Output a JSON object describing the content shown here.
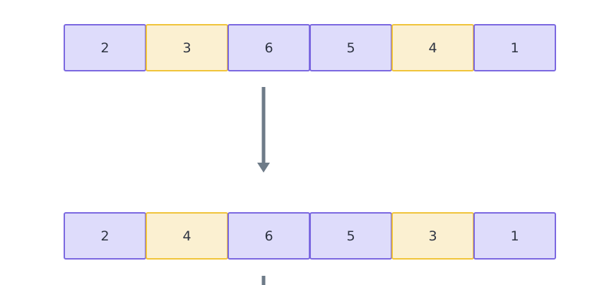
{
  "before_row": {
    "cells": [
      {
        "value": "2",
        "swapped": false
      },
      {
        "value": "3",
        "swapped": true
      },
      {
        "value": "6",
        "swapped": false
      },
      {
        "value": "5",
        "swapped": false
      },
      {
        "value": "4",
        "swapped": true
      },
      {
        "value": "1",
        "swapped": false
      }
    ]
  },
  "after_row": {
    "cells": [
      {
        "value": "2",
        "swapped": false
      },
      {
        "value": "4",
        "swapped": true
      },
      {
        "value": "6",
        "swapped": false
      },
      {
        "value": "5",
        "swapped": false
      },
      {
        "value": "3",
        "swapped": true
      },
      {
        "value": "1",
        "swapped": false
      }
    ]
  },
  "colors": {
    "cell_fill": "#dedcfb",
    "cell_border": "#7b68e0",
    "swap_fill": "#fbf0d1",
    "swap_border": "#f0c43a",
    "arrow": "#6e7b88",
    "text": "#2e3442"
  },
  "icons": {
    "transition_arrow": "arrow-down-icon"
  }
}
